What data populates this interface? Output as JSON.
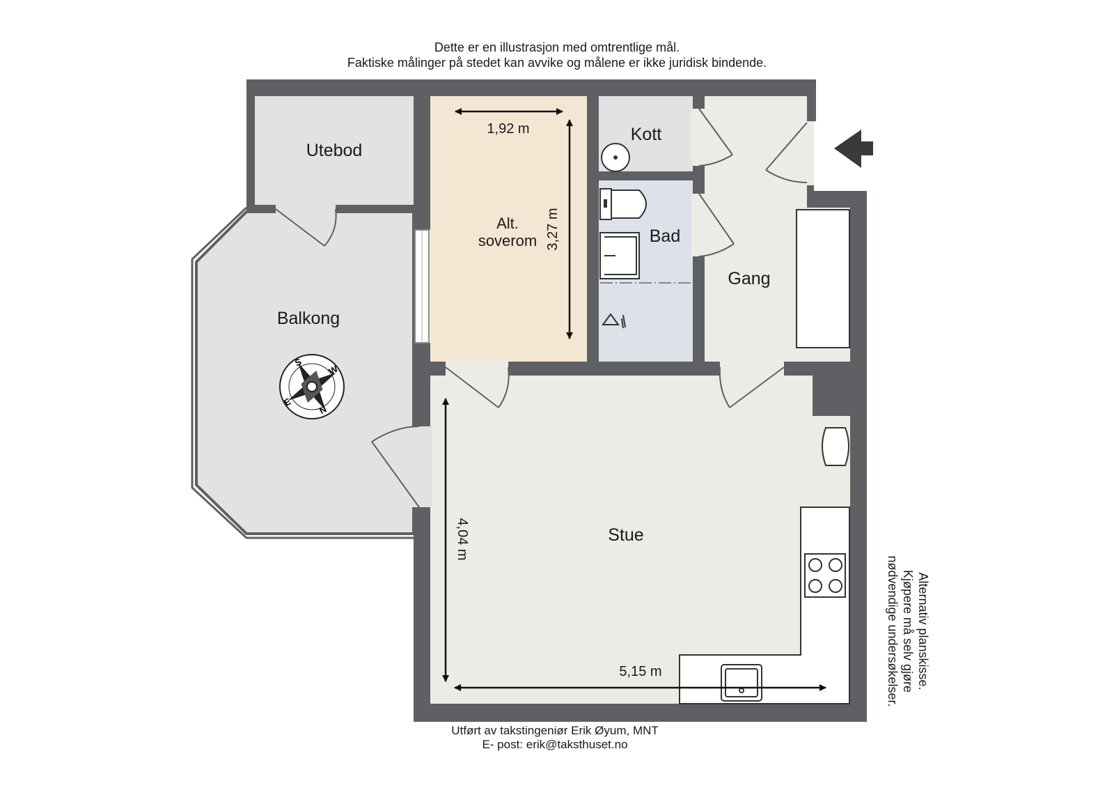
{
  "disclaimer": {
    "line1": "Dette er en illustrasjon med omtrentlige mål.",
    "line2": "Faktiske målinger på stedet kan avvike og målene er ikke juridisk bindende."
  },
  "rooms": {
    "utebod": "Utebod",
    "alt_soverom_line1": "Alt.",
    "alt_soverom_line2": "soverom",
    "kott": "Kott",
    "bad": "Bad",
    "gang": "Gang",
    "balkong": "Balkong",
    "stue": "Stue"
  },
  "dimensions": {
    "soverom_width": "1,92 m",
    "soverom_length": "3,27 m",
    "stue_length": "4,04 m",
    "stue_width": "5,15 m"
  },
  "side_note": {
    "line1": "Alternativ planskisse.",
    "line2": "Kjøpere må selv gjøre",
    "line3": "nødvendige undersøkelser."
  },
  "footer": {
    "line1": "Utført av takstingeniør Erik Øyum, MNT",
    "line2": "E- post: erik@taksthuset.no"
  },
  "compass": {
    "s": "S",
    "w": "W",
    "n": "N",
    "e": "E"
  },
  "colors": {
    "wall": "#5f6063",
    "utebod_floor": "#e2e2e3",
    "bedroom_floor": "#f3e7d3",
    "bath_floor": "#dde2ea",
    "living_floor": "#ebece6",
    "balcony_floor": "#e2e2e3"
  }
}
